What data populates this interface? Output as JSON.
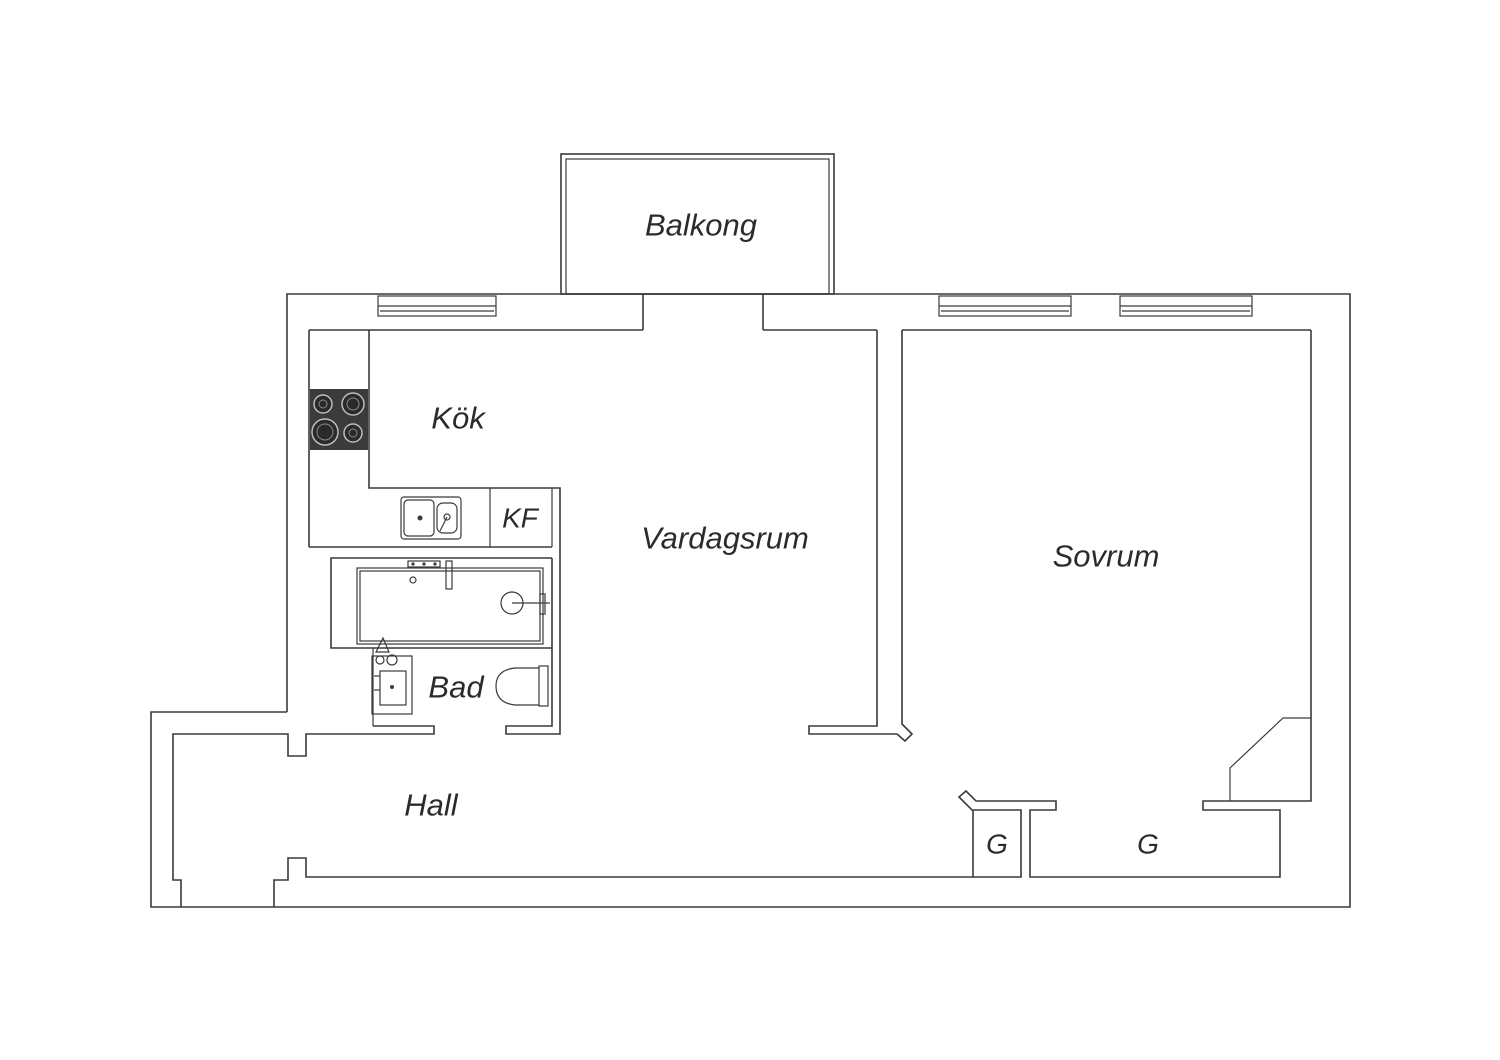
{
  "rooms": {
    "balkong": "Balkong",
    "kok": "Kök",
    "kf": "KF",
    "vardagsrum": "Vardagsrum",
    "sovrum": "Sovrum",
    "bad": "Bad",
    "hall": "Hall",
    "garderob_small": "G",
    "garderob_large": "G"
  },
  "colors": {
    "line": "#3a3a3a",
    "stove": "#3b3b3b",
    "text": "#2b2b2b",
    "background": "#ffffff"
  },
  "icons": [
    "stove-icon",
    "sink-icon",
    "bathtub-icon",
    "washbasin-icon",
    "toilet-icon",
    "window-icon"
  ]
}
